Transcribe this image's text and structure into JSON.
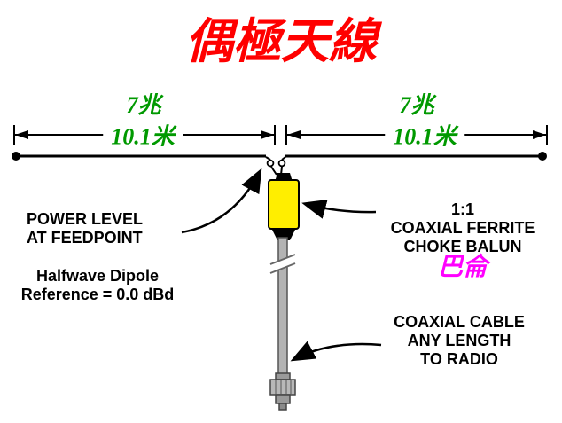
{
  "title": "偶極天線",
  "colors": {
    "title": "#ff0000",
    "dimension": "#009900",
    "balun_cn": "#ff00ff",
    "balun_fill": "#ffee00",
    "cable_fill": "#b3b3b3",
    "ink": "#000000"
  },
  "dimensions": {
    "left": {
      "frequency": "7兆",
      "length": "10.1米"
    },
    "right": {
      "frequency": "7兆",
      "length": "10.1米"
    }
  },
  "annotations": {
    "power": {
      "line1": "POWER LEVEL",
      "line2": "AT FEEDPOINT"
    },
    "reference": {
      "line1": "Halfwave Dipole",
      "line2": "Reference = 0.0 dBd"
    },
    "balun": {
      "line1": "1:1",
      "line2": "COAXIAL FERRITE",
      "line3": "CHOKE BALUN",
      "chinese": "巴侖"
    },
    "cable": {
      "line1": "COAXIAL CABLE",
      "line2": "ANY LENGTH",
      "line3": "TO RADIO"
    }
  },
  "icons": {
    "balun_body": "yellow-choke-balun",
    "cable_break": "cable-break-mark",
    "connector": "coax-plug-connector"
  }
}
